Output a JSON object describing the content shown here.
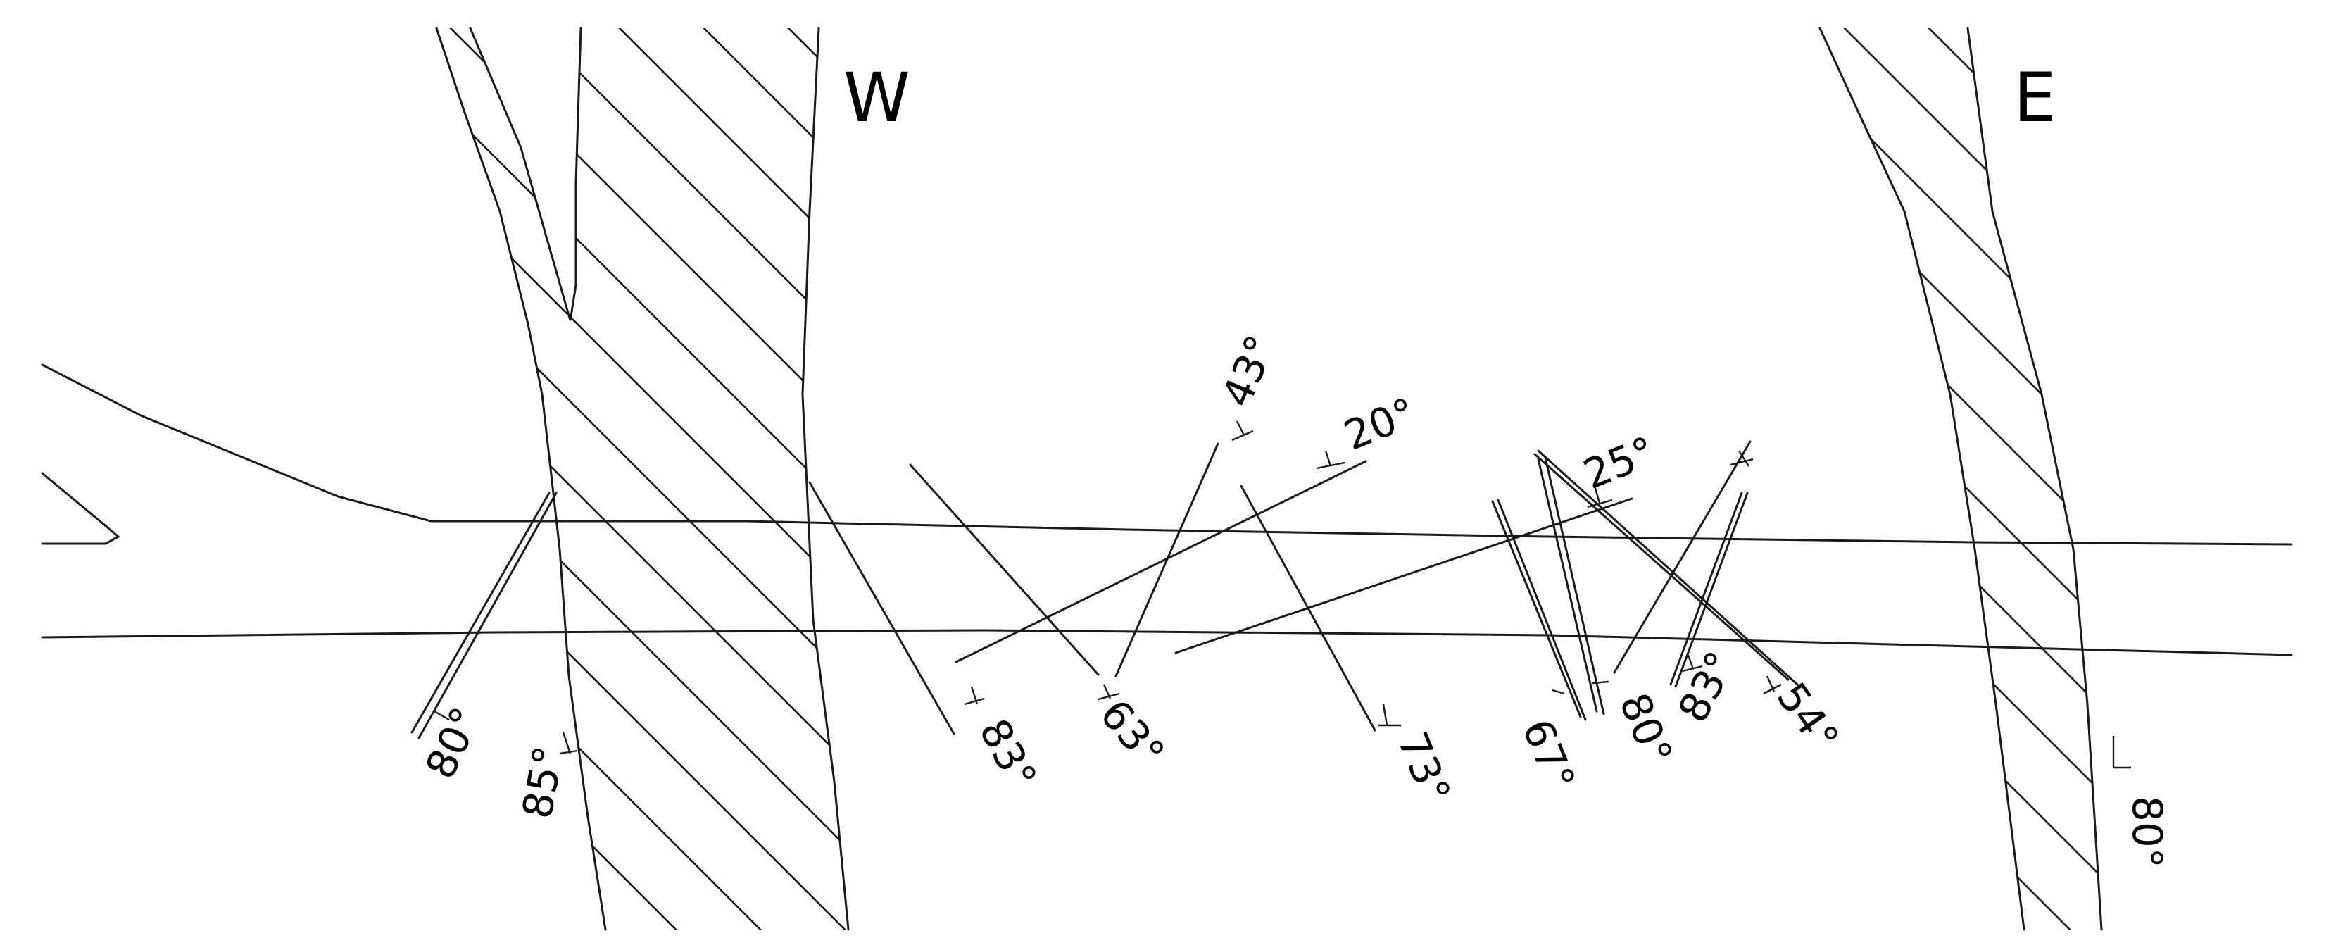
{
  "cardinals": {
    "west": "W",
    "east": "E"
  },
  "dip_labels": {
    "d1": "80°",
    "d2": "85°",
    "d3": "83°",
    "d4": "63°",
    "d5": "43°",
    "d6": "20°",
    "d7": "73°",
    "d8": "67°",
    "d9": "80°",
    "d10": "25°",
    "d11": "83°",
    "d12": "54°",
    "d13": "80°"
  }
}
